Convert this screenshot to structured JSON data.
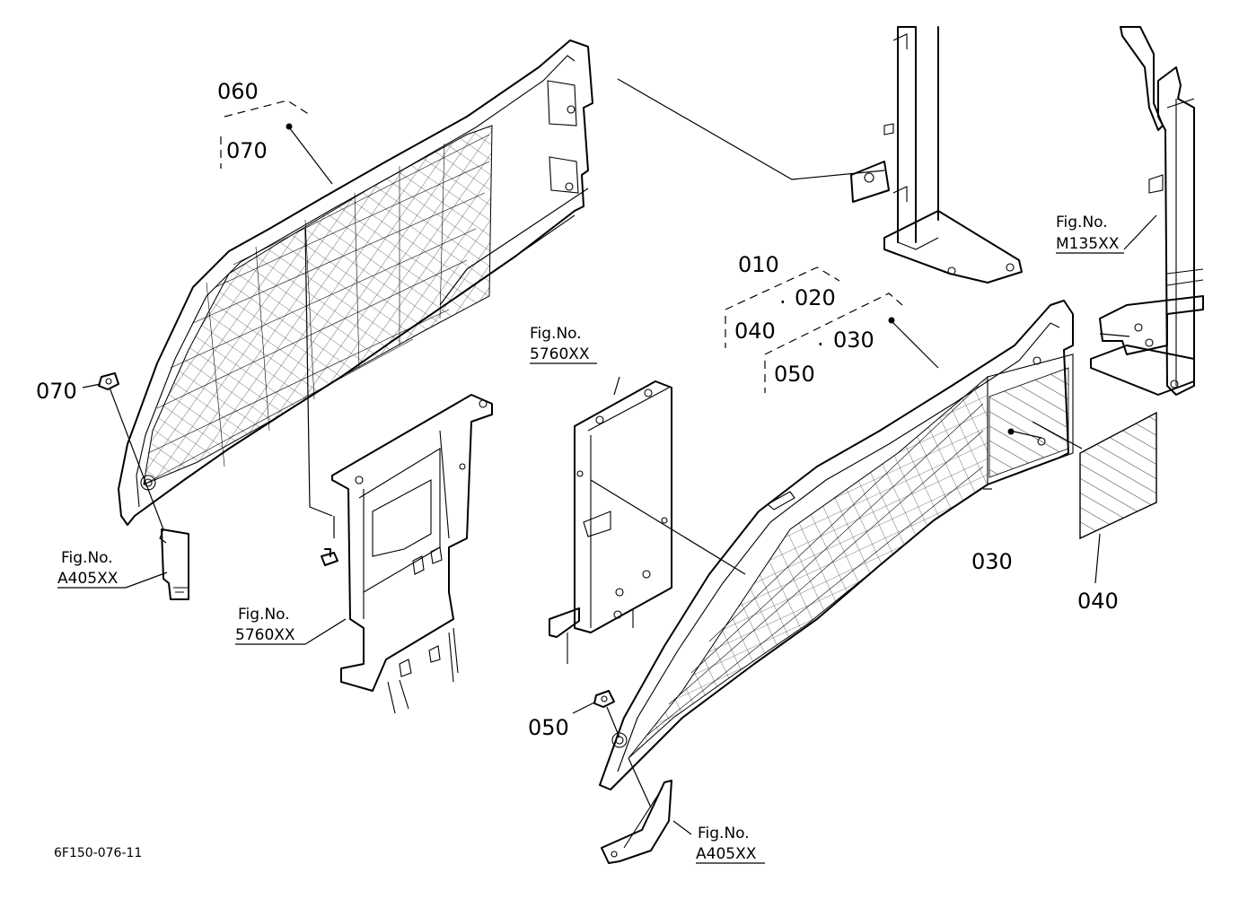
{
  "labels": {
    "p060": "060",
    "p070_top": "070",
    "p070_left": "070",
    "p010": "010",
    "p020": "020",
    "p040_a": "040",
    "p050_a": "050",
    "p030_a": "030",
    "p030_b": "030",
    "p040_b": "040",
    "p050_b": "050",
    "sep1": "·",
    "sep2": "·"
  },
  "fig_refs": {
    "caption": "Fig.No.",
    "m135": "M135XX",
    "a405_left": "A405XX",
    "a405_bottom": "A405XX",
    "r5760_left": "5760XX",
    "r5760_center": "5760XX"
  },
  "diagram_code": "6F150-076-11"
}
